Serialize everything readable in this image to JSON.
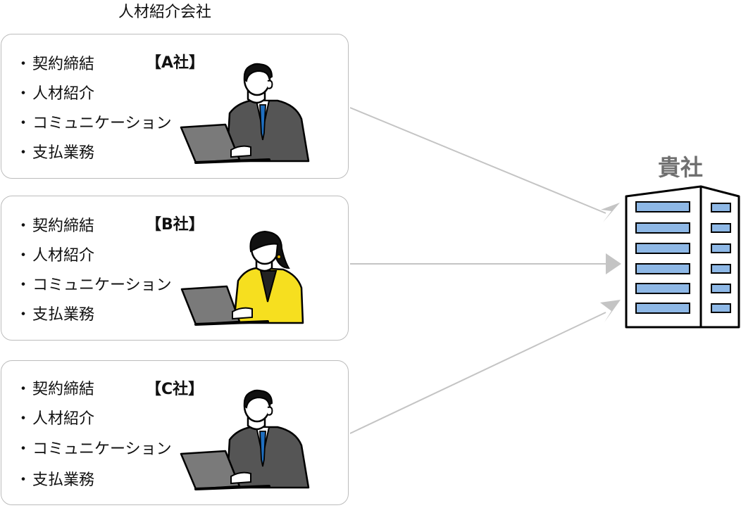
{
  "heading": "人材紹介会社",
  "bullet": "・",
  "companies": [
    {
      "name": "【A社】",
      "items": [
        "契約締結",
        "人材紹介",
        "コミュニケーション",
        "支払業務"
      ],
      "figure": "businessman-laptop-icon",
      "jacket_color": "#555555"
    },
    {
      "name": "【B社】",
      "items": [
        "契約締結",
        "人材紹介",
        "コミュニケーション",
        "支払業務"
      ],
      "figure": "businesswoman-laptop-icon",
      "jacket_color": "#f6df1f"
    },
    {
      "name": "【C社】",
      "items": [
        "契約締結",
        "人材紹介",
        "コミュニケーション",
        "支払業務"
      ],
      "figure": "businessman-laptop-icon",
      "jacket_color": "#555555"
    }
  ],
  "target": {
    "label": "貴社",
    "icon": "office-building-icon"
  },
  "colors": {
    "arrow": "#c4c4c4",
    "card_border": "#bcbcbc",
    "window": "#8eb8e6",
    "label": "#6f6f6f"
  }
}
